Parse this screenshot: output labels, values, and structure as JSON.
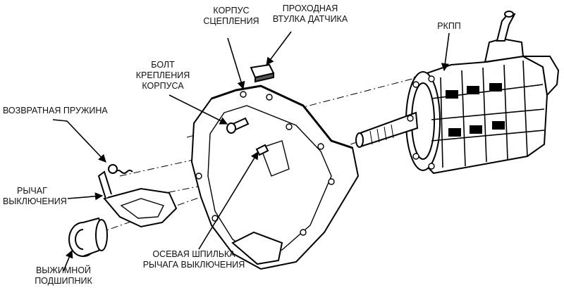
{
  "diagram": {
    "labels": {
      "clutch_housing": [
        "КОРПУС",
        "СЦЕПЛЕНИЯ"
      ],
      "sensor_bushing": [
        "ПРОХОДНАЯ",
        "ВТУЛКА ДАТЧИКА"
      ],
      "gearbox": [
        "РКПП"
      ],
      "housing_bolt": [
        "БОЛТ",
        "КРЕПЛЕНИЯ",
        "КОРПУСА"
      ],
      "return_spring": [
        "ВОЗВРАТНАЯ ПРУЖИНА"
      ],
      "release_lever": [
        "РЫЧАГ",
        "ВЫКЛЮЧЕНИЯ"
      ],
      "pivot_stud": [
        "ОСЕВАЯ ШПИЛЬКА",
        "РЫЧАГА ВЫКЛЮЧЕНИЯ"
      ],
      "release_bearing": [
        "ВЫЖИМНОЙ",
        "ПОДШИПНИК"
      ]
    }
  }
}
